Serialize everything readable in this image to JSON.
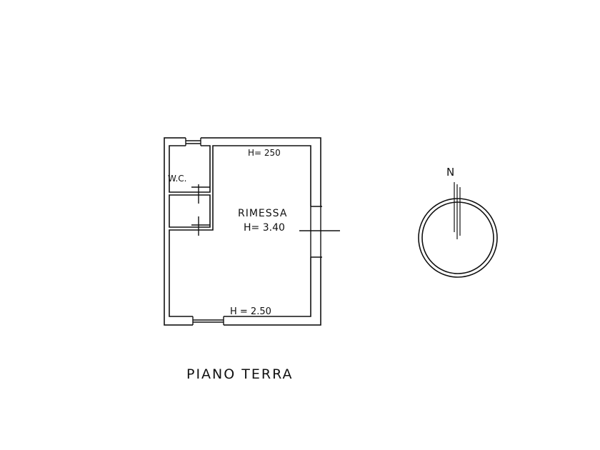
{
  "plan": {
    "title": "PIANO TERRA",
    "rooms": [
      {
        "name": "W.C."
      },
      {
        "name": "RIMESSA",
        "height": "H= 3.40"
      }
    ],
    "height_labels": {
      "top": "H= 250",
      "bottom": "H = 2.50"
    },
    "compass": {
      "label": "N"
    }
  }
}
